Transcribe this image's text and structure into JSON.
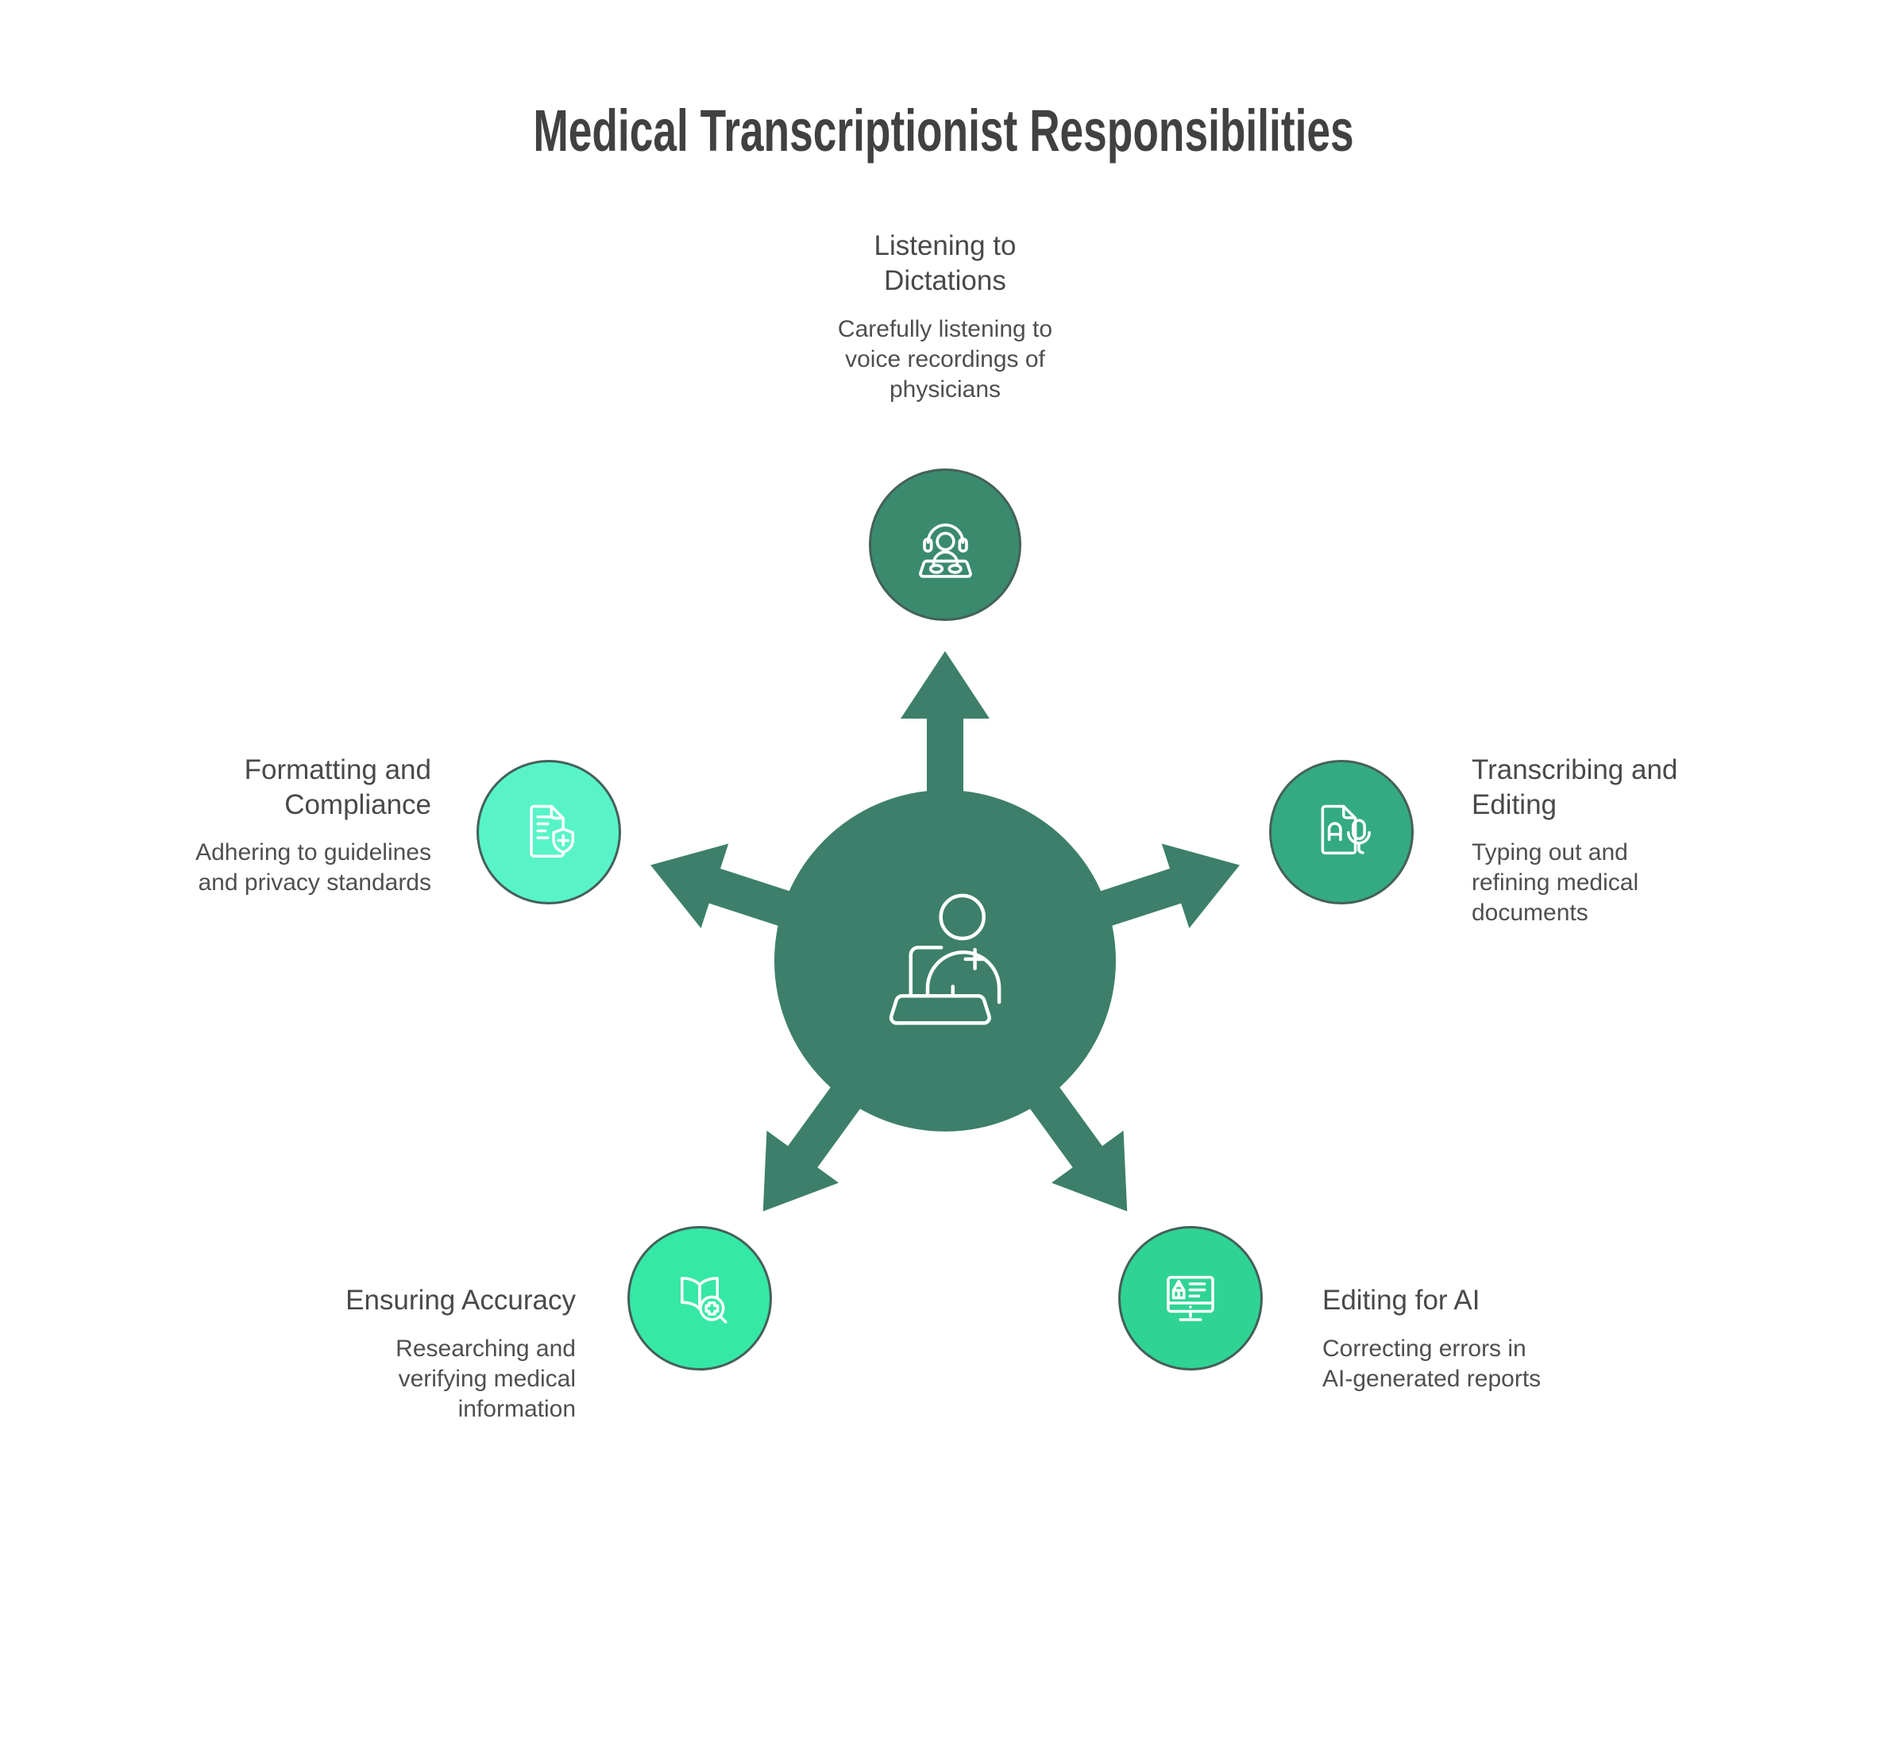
{
  "title": "Medical Transcriptionist Responsibilities",
  "hub": {
    "icon": "transcriptionist-at-laptop-icon",
    "color": "#3d7f6a"
  },
  "nodes": [
    {
      "id": "listening-to-dictations",
      "position": "top",
      "heading": "Listening to Dictations",
      "description": "Carefully listening to voice recordings of physicians",
      "color": "#3a8a6e",
      "icon": "headset-operator-icon"
    },
    {
      "id": "transcribing-and-editing",
      "position": "right",
      "heading": "Transcribing and Editing",
      "description": "Typing out and refining medical documents",
      "color": "#34aa83",
      "icon": "document-microphone-icon"
    },
    {
      "id": "editing-for-ai",
      "position": "bottom-right",
      "heading": "Editing for AI",
      "description": "Correcting errors in AI-generated reports",
      "color": "#2fd494",
      "icon": "monitor-pencil-icon"
    },
    {
      "id": "ensuring-accuracy",
      "position": "bottom-left",
      "heading": "Ensuring Accuracy",
      "description": "Researching and verifying medical information",
      "color": "#36e8a6",
      "icon": "book-magnifier-icon"
    },
    {
      "id": "formatting-and-compliance",
      "position": "left",
      "heading": "Formatting and Compliance",
      "description": "Adhering to guidelines and privacy standards",
      "color": "#58f4c8",
      "icon": "document-shield-icon"
    }
  ]
}
